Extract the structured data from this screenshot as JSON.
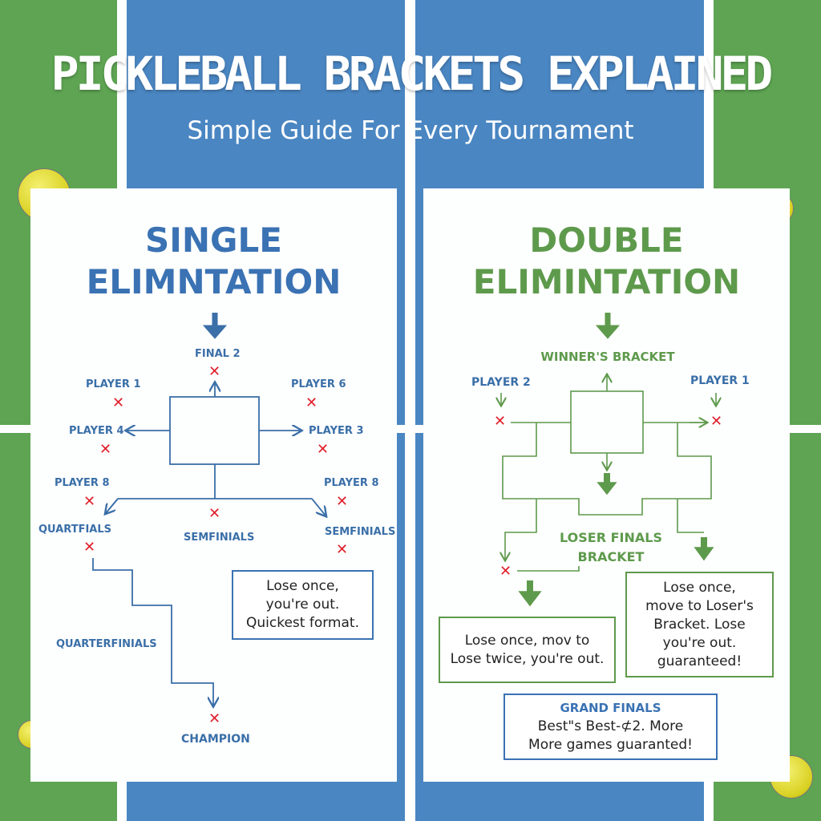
{
  "header": {
    "title": "PICKLEBALL BRACKETS EXPLAINED",
    "subtitle": "Simple Guide For Every Tournament"
  },
  "colors": {
    "court_green": "#5ea453",
    "court_blue": "#4a86c2",
    "single_accent": "#3a6fa8",
    "double_accent": "#5e9a4c",
    "eliminated_mark": "#e0202c"
  },
  "single": {
    "title_line1": "SINGLE",
    "title_line2": "ELIMNTATION",
    "labels": {
      "final": "FINAL 2",
      "p1": "PLAYER 1",
      "p6": "PLAYER 6",
      "p4": "PLAYER 4",
      "p3": "PLAYER 3",
      "p8a": "PLAYER 8",
      "p8b": "PLAYER 8",
      "quart": "QUARTFIALS",
      "semi_mid": "SEMFINIALS",
      "semi_right": "SEMFINIALS",
      "quarter2": "QUARTERFINIALS",
      "champion": "CHAMPION"
    },
    "note": [
      "Lose once,",
      "you're out.",
      "Quickest format."
    ],
    "mark": "✕"
  },
  "double": {
    "title_line1": "DOUBLE",
    "title_line2": "ELIMINTATION",
    "labels": {
      "winners": "WINNER'S BRACKET",
      "p2": "PLAYER 2",
      "p1": "PLAYER 1",
      "loser1": "LOSER FINALS",
      "loser2": "BRACKET"
    },
    "note_left": [
      "Lose once, mov to",
      "Lose twice, you're out."
    ],
    "note_right": [
      "Lose once,",
      "move to Loser's",
      "Bracket. Lose",
      "you're out.",
      "guaranteed!"
    ],
    "grand": {
      "title": "GRAND FINALS",
      "line1": "Best\"s Best-⊄2. More",
      "line2": "More games guaranted!"
    },
    "mark": "✕"
  }
}
